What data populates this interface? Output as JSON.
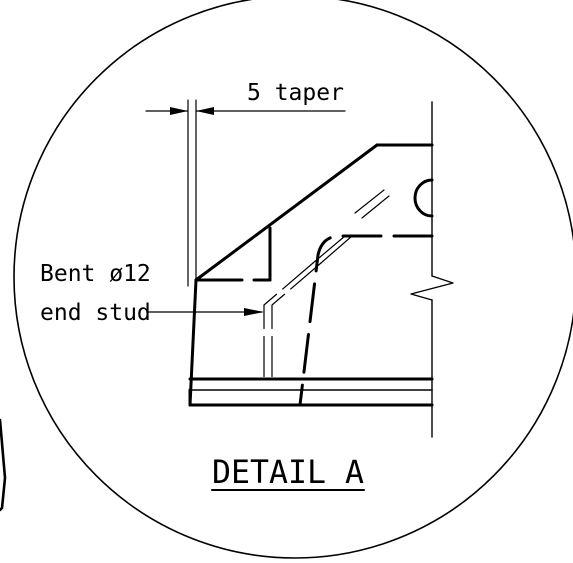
{
  "labels": {
    "taper": "5 taper",
    "stud_line1": "Bent ø12",
    "stud_line2": "end stud",
    "title": "DETAIL A"
  },
  "colors": {
    "ink": "#000000",
    "paper": "#ffffff"
  }
}
